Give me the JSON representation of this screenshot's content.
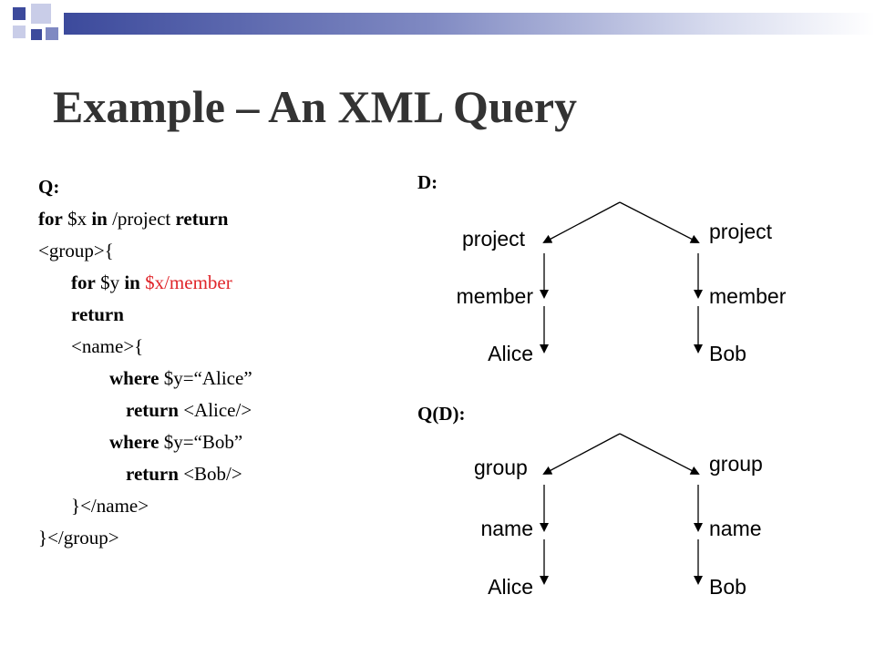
{
  "title": "Example – An XML Query",
  "query": {
    "label": "Q:",
    "lines": {
      "l1": {
        "kw1": "for",
        "t1": " $x ",
        "kw2": "in",
        "t2": " /project ",
        "kw3": "return"
      },
      "l2": {
        "t": "<group>{"
      },
      "l3": {
        "kw1": "for",
        "t1": " $y ",
        "kw2": "in",
        "red": " $x/member"
      },
      "l4": {
        "kw": "return"
      },
      "l5": {
        "t": "<name>{"
      },
      "l6": {
        "kw": "where",
        "t": " $y=“Alice”"
      },
      "l7": {
        "kw": "return",
        "t": " <Alice/>"
      },
      "l8": {
        "kw": "where",
        "t": " $y=“Bob”"
      },
      "l9": {
        "kw": "return",
        "t": " <Bob/>"
      },
      "l10": {
        "t": "}</name>"
      },
      "l11": {
        "t": "}</group>"
      }
    }
  },
  "document": {
    "label": "D:",
    "left": {
      "top": "project",
      "mid": "member",
      "leaf": "Alice"
    },
    "right": {
      "top": "project",
      "mid": "member",
      "leaf": "Bob"
    }
  },
  "result": {
    "label": "Q(D):",
    "left": {
      "top": "group",
      "mid": "name",
      "leaf": "Alice"
    },
    "right": {
      "top": "group",
      "mid": "name",
      "leaf": "Bob"
    }
  },
  "colors": {
    "accent_red": "#e0262b",
    "deco_blue": "#3c4a9c",
    "title_gray": "#333333"
  }
}
